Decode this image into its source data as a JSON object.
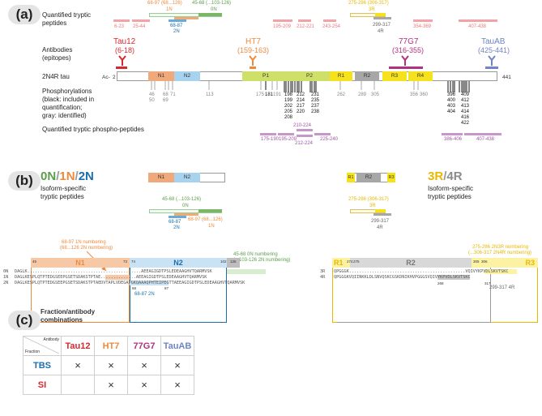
{
  "panels": {
    "a": "(a)",
    "b": "(b)",
    "c": "(c)"
  },
  "a": {
    "qtp_label_1": "Quantified tryptic",
    "qtp_label_2": "peptides",
    "antibodies_label_1": "Antibodies",
    "antibodies_label_2": "(epitopes)",
    "tau_label": "2N4R tau",
    "phos_label_1": "Phosphorylations",
    "phos_label_2": "(black: included in",
    "phos_label_3": "quantification;",
    "phos_label_4": "gray: identified)",
    "qpp_label": "Quantified tryptic phospho-peptides",
    "ac": "Ac-",
    "start": "2",
    "end": "441",
    "domains": {
      "n1": "N1",
      "n2": "N2",
      "p1": "P1",
      "p2": "P2",
      "r1": "R1",
      "r2": "R2",
      "r3": "R3",
      "r4": "R4"
    },
    "peptides": {
      "p1": "6-23",
      "p2": "25-44",
      "p3": "195-209",
      "p4": "212-221",
      "p5": "243-254",
      "p6": "354-369",
      "p7": "407-438",
      "n1_top": "68-97 (68...126)",
      "n1_bot": "1N",
      "n0_top": "45-68 (...103-126)",
      "n0_bot": "0N",
      "n2_top": "68-87",
      "n2_bot": "2N",
      "r3_top": "275-286 (306-317)",
      "r3_bot": "3R",
      "r4_top": "299-317",
      "r4_bot": "4R"
    },
    "antibodies": {
      "tau12_name": "Tau12",
      "tau12_epi": "(6-18)",
      "ht7_name": "HT7",
      "ht7_epi": "(159-163)",
      "g77_name": "77G7",
      "g77_epi": "(316-355)",
      "tauab_name": "TauAB",
      "tauab_epi": "(425-441)"
    },
    "phos_sites": {
      "c1": "46\n50",
      "c2": "68\n69",
      "c3": "71",
      "c4": "113",
      "c5": "175",
      "c6": "181",
      "c7": "191",
      "c8": "198\n199\n202\n205\n208",
      "c9": "212\n214\n217\n220",
      "c10": "231\n235\n237\n238",
      "c11": "262",
      "c12": "289",
      "c13": "305",
      "c14": "356",
      "c15": "360",
      "c16": "396\n400\n403\n404",
      "c17": "409\n412\n413\n414\n416\n422"
    },
    "phospep": {
      "pp1": "210-224",
      "pp2": "175-190",
      "pp3": "195-209",
      "pp4": "212-224",
      "pp5": "225-240",
      "pp6": "386-406",
      "pp7": "407-438"
    }
  },
  "b": {
    "iso_title_left": {
      "n0": "0N",
      "s1": "/",
      "n1": "1N",
      "s2": "/",
      "n2": "2N"
    },
    "iso_sub_left_1": "Isoform-specific",
    "iso_sub_left_2": "tryptic peptides",
    "iso_title_right": {
      "r3": "3R",
      "s": "/",
      "r4": "4R"
    },
    "iso_sub_right_1": "Isoform-specific",
    "iso_sub_right_2": "tryptic peptides",
    "n1": "N1",
    "n2": "N2",
    "r1": "R1",
    "r2": "R2",
    "r3": "R3",
    "left_peps": {
      "a_top": "45-68 (...103-126)",
      "a_bot": "0N",
      "b_top": "68-97 (68...126)",
      "b_bot": "1N",
      "c_top": "68-87",
      "c_bot": "2N"
    },
    "right_peps": {
      "a_top": "275-286 (306-317)",
      "a_bot": "3R",
      "b_top": "299-317",
      "b_bot": "4R"
    },
    "ann_1n_1": "68-97 1N numbering",
    "ann_1n_2": "(68...126 2N numbering)",
    "ann_0n_1": "45-68 0N numbering",
    "ann_0n_2": "(...103-126 2N numbering)",
    "ann_2n": "68-87 2N",
    "ann_r3_1": "275-286 2N3R numbering",
    "ann_r3_2": "(...306-317 2N4R numbering)",
    "ann_r4": "299-317 4R",
    "seq_names": {
      "s0": "0N",
      "s1": "1N",
      "s2": "2N",
      "s3": "3R",
      "s4": "4R"
    },
    "seq_lines": {
      "s0": "DAGLK.............................................AEEAGIGDTPSLEDEAAGHVTQARMVSK",
      "s1": "DAGLKESPLQTPTEDGSEEPGSETSDAKSTPTAE..............AEEAGIGDTPSLEDEAAGHVTQARMVSK",
      "s2": "DAGLKESPLQTPTEDGSEEPGSETSDAKSTPTAEDVTAPLVDEGAPGKQAAAQPHTEIPEGTTAEEAGIGDTPSLEDEAAGHVTQARMVSK",
      "s3": "QPGGGK..............................................VQIVYKPVDLSKVTSKC",
      "s4": "QPGGGKVQIINKKLDLSNVQSKCGSKDNIKHVPGGGSVQIVYKPVDLSKVTSKC"
    },
    "seq_nums": {
      "n45": "45",
      "n73": "73",
      "n74": "74",
      "n102": "102",
      "n103": "103",
      "n126": "126",
      "n68": "68",
      "n87": "87",
      "n274": "274",
      "n275": "275",
      "n305": "305",
      "n306": "306",
      "n268": "268",
      "n317": "317"
    }
  },
  "c": {
    "title_1": "Fraction/antibody",
    "title_2": "combinations",
    "corner_antibody": "Antibody",
    "corner_fraction": "Fraction",
    "cols": [
      "Tau12",
      "HT7",
      "77G7",
      "TauAB"
    ],
    "rows": [
      {
        "name": "TBS",
        "cells": [
          "×",
          "×",
          "×",
          "×"
        ]
      },
      {
        "name": "SI",
        "cells": [
          "",
          "×",
          "×",
          "×"
        ]
      }
    ]
  },
  "colors": {
    "tau12": "#d42a2f",
    "ht7": "#ee8a3c",
    "g77": "#b0317f",
    "tauab": "#6f85c4",
    "n1": "#f0a97a",
    "n2": "#a8d3ee",
    "p": "#cfe06a",
    "r": "#f5e21c",
    "r2": "#a7a7a7",
    "pep_pink": "#f2a3a8",
    "phospep": "#c896cb",
    "green": "#5a9e4b",
    "blue": "#1a6fae"
  }
}
